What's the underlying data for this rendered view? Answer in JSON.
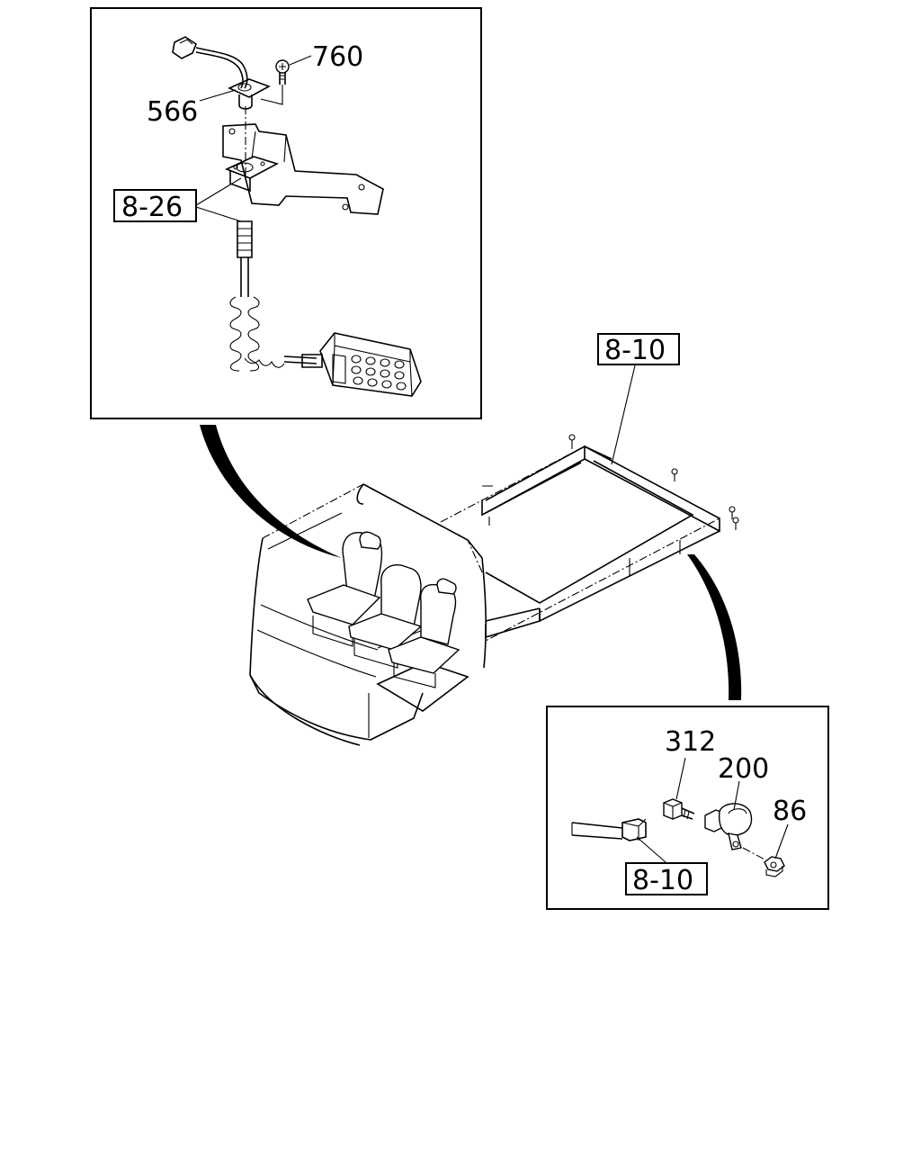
{
  "callouts": {
    "p760": "760",
    "p566": "566",
    "p312": "312",
    "p200": "200",
    "p86": "86"
  },
  "refs": {
    "r826": "8-26",
    "r810_top": "8-10",
    "r810_bottom": "8-10"
  }
}
